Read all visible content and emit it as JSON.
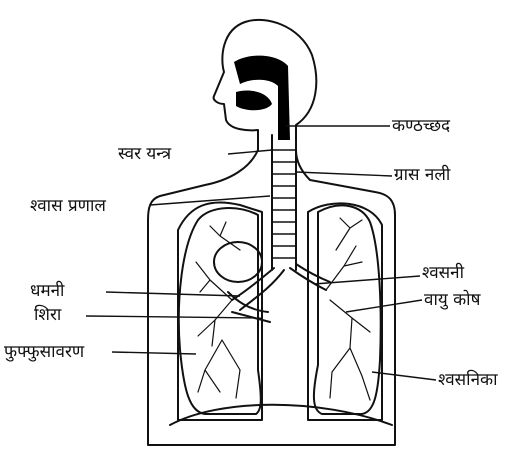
{
  "labels": {
    "epiglottis": "कण्ठच्छद",
    "larynx": "स्वर यन्त्र",
    "esophagus": "ग्रास नली",
    "trachea": "श्वास प्रणाल",
    "bronchus": "श्वसनी",
    "artery": "धमनी",
    "vein": "शिरा",
    "alveoli": "वायु कोष",
    "pleura": "फुफ्फुसावरण",
    "bronchiole": "श्वसनिका"
  },
  "colors": {
    "ink": "#111111",
    "fill": "#000000",
    "paper": "#ffffff"
  }
}
